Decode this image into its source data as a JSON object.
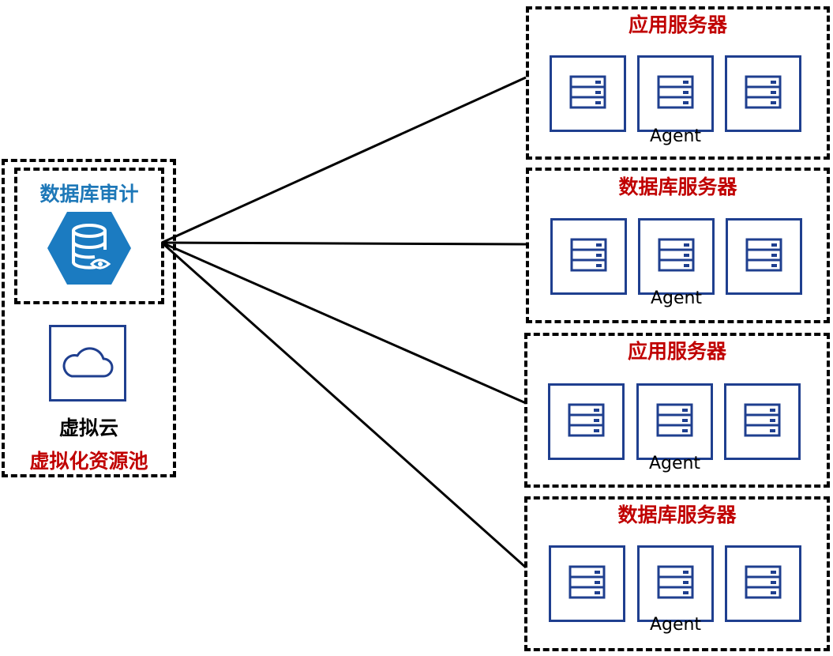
{
  "colors": {
    "audit_title": "#1e78b8",
    "server_title": "#c00000",
    "icon_stroke": "#1f3f8f",
    "hexagon_fill": "#1b7bc1",
    "line": "#000000"
  },
  "audit": {
    "title": "数据库审计",
    "icon": "database-eye-icon"
  },
  "cloud": {
    "title": "虚拟云",
    "subtitle": "虚拟化资源池",
    "icon": "cloud-icon"
  },
  "groups": [
    {
      "title": "应用服务器",
      "agent_label": "Agent",
      "servers": 3
    },
    {
      "title": "数据库服务器",
      "agent_label": "Agent",
      "servers": 3
    },
    {
      "title": "应用服务器",
      "agent_label": "Agent",
      "servers": 3
    },
    {
      "title": "数据库服务器",
      "agent_label": "Agent",
      "servers": 3
    }
  ]
}
